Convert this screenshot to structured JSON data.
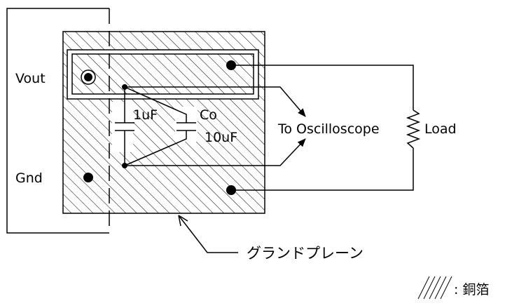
{
  "diagram": {
    "labels": {
      "vout": "Vout",
      "gnd": "Gnd",
      "cap_small": "1uF",
      "cap_out_name": "Co",
      "cap_out_value": "10uF",
      "scope": "To Oscilloscope",
      "load": "Load",
      "ground_plane": "グランドプレーン",
      "legend_text": ": 銅箔"
    },
    "colors": {
      "line": "#000000",
      "background": "#ffffff"
    }
  }
}
